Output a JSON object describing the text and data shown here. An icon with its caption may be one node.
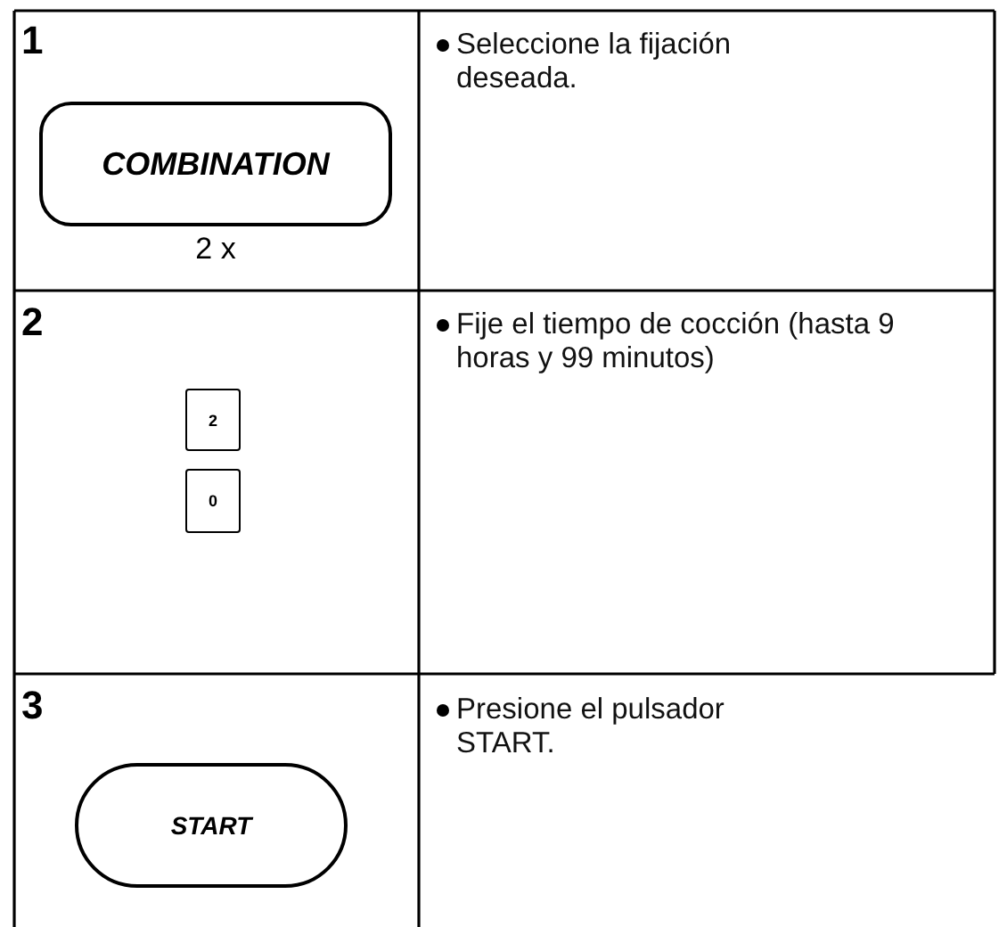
{
  "diagram": {
    "nodes": [
      {
        "text": [
          "COMBINATION"
        ],
        "beside": [
          "2 x"
        ]
      },
      {
        "text": [
          "2"
        ]
      },
      {
        "text": [
          "0"
        ]
      },
      {
        "text": [
          "START"
        ]
      }
    ],
    "labels": [
      "1",
      "Seleccione la fijación deseada.",
      "2",
      "Fije el tiempo de cocción (hasta 9 horas y 99 minutos)",
      "3",
      "Presione el pulsador START."
    ]
  }
}
